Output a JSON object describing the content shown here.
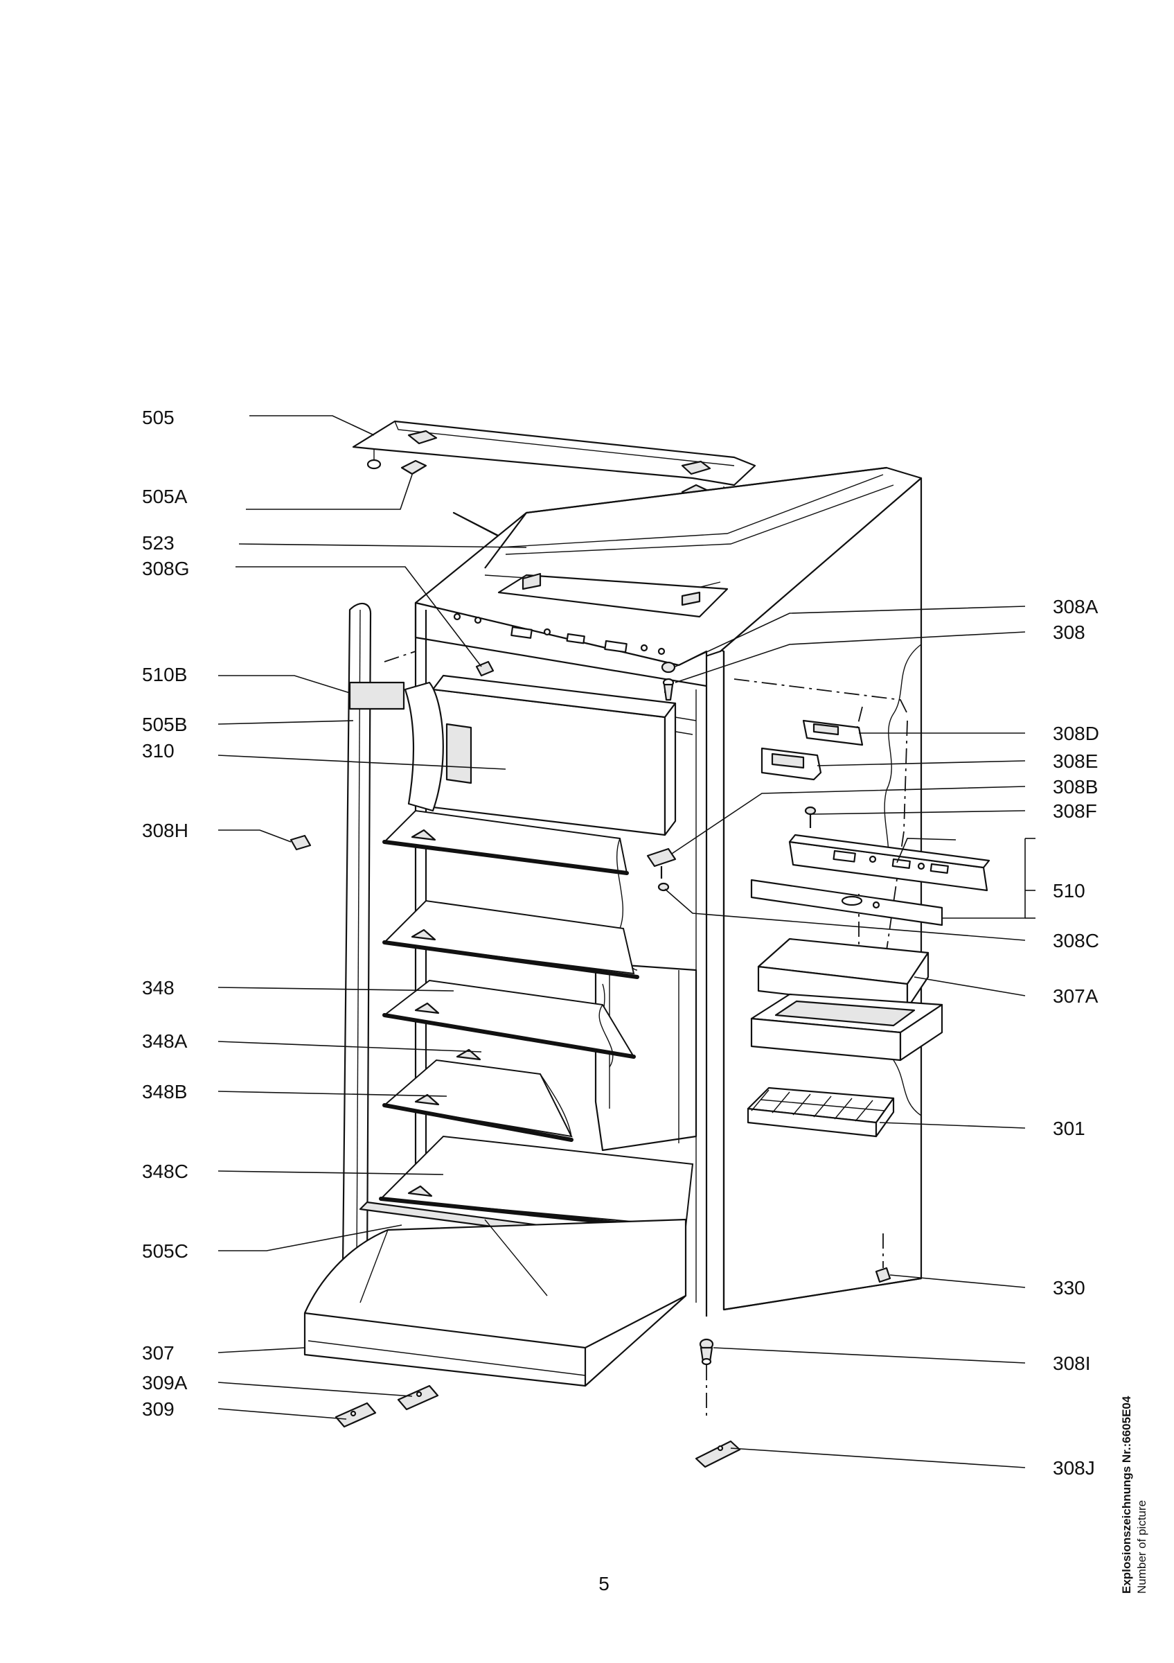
{
  "labels_left": [
    {
      "id": "505",
      "text": "505"
    },
    {
      "id": "505A",
      "text": "505A"
    },
    {
      "id": "523",
      "text": "523"
    },
    {
      "id": "308G",
      "text": "308G"
    },
    {
      "id": "510B",
      "text": "510B"
    },
    {
      "id": "505B",
      "text": "505B"
    },
    {
      "id": "310",
      "text": "310"
    },
    {
      "id": "308H",
      "text": "308H"
    },
    {
      "id": "348",
      "text": "348"
    },
    {
      "id": "348A",
      "text": "348A"
    },
    {
      "id": "348B",
      "text": "348B"
    },
    {
      "id": "348C",
      "text": "348C"
    },
    {
      "id": "505C",
      "text": "505C"
    },
    {
      "id": "307",
      "text": "307"
    },
    {
      "id": "309A",
      "text": "309A"
    },
    {
      "id": "309",
      "text": "309"
    }
  ],
  "labels_right": [
    {
      "id": "308A",
      "text": "308A"
    },
    {
      "id": "308",
      "text": "308"
    },
    {
      "id": "308D",
      "text": "308D"
    },
    {
      "id": "308E",
      "text": "308E"
    },
    {
      "id": "308B",
      "text": "308B"
    },
    {
      "id": "308F",
      "text": "308F"
    },
    {
      "id": "510",
      "text": "510"
    },
    {
      "id": "308C",
      "text": "308C"
    },
    {
      "id": "307A",
      "text": "307A"
    },
    {
      "id": "301",
      "text": "301"
    },
    {
      "id": "330",
      "text": "330"
    },
    {
      "id": "308I",
      "text": "308I"
    },
    {
      "id": "308J",
      "text": "308J"
    }
  ],
  "page_number": "5",
  "side_note": {
    "drawing_number": "Explosionszeichnungs Nr.:6605E04",
    "caption": "Number of picture"
  }
}
